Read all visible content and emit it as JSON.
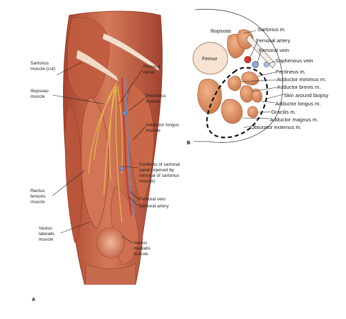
{
  "panel_a": {
    "letter": "A",
    "labels": {
      "sartorius_cut": [
        "Sartorius",
        "muscle (cut)"
      ],
      "iliopsoas": [
        "Iliopsoas",
        "muscle"
      ],
      "rectus_femoris": [
        "Rectus",
        "femoris",
        "muscle"
      ],
      "vastus_lateralis": [
        "Vastus",
        "lateralis",
        "muscle"
      ],
      "femoral_nerve": [
        "Femoral",
        "nerve"
      ],
      "pectineus": [
        "Pectineus",
        "muscle"
      ],
      "adductor_longus": [
        "Adductor longus",
        "muscle"
      ],
      "sartorial_canal": [
        "Contents of sartorial",
        "canal (opened by",
        "removal of sartorius",
        "muscle)"
      ],
      "femoral_vein": "Femoral vein",
      "femoral_artery": "Femoral artery",
      "vastus_medialis": [
        "Vastus",
        "medialis",
        "muscle"
      ]
    }
  },
  "panel_b": {
    "letter": "B",
    "labels": {
      "iliopsoas": "Iliopsoas",
      "femur": "Femur",
      "sartorius": "Sartorius m.",
      "femoral_artery": "Femoral artery",
      "femoral_vein": "Femoral vein",
      "saphenous_vein": "Saphenous vein",
      "pectineus": "Pectineus m.",
      "adductor_minimus": "Adductor minimus m.",
      "adductor_brevis": "Adductor brevis m.",
      "skin_biopsy": "Skin around biopsy",
      "adductor_longus": "Adductor longus m.",
      "gracilis": "Gracilis m.",
      "adductor_magnus": "Adductor magnus m.",
      "obturator_externus": "Obturator externus m."
    }
  },
  "colors": {
    "muscle": "#c8674a",
    "muscle_dark": "#9e3f2b",
    "muscle_light": "#e39a7c",
    "nerve": "#e8c24a",
    "artery": "#d23a26",
    "vein": "#6f86b8",
    "section_muscle": "#d9926a",
    "femur": "#f6e3d2"
  }
}
